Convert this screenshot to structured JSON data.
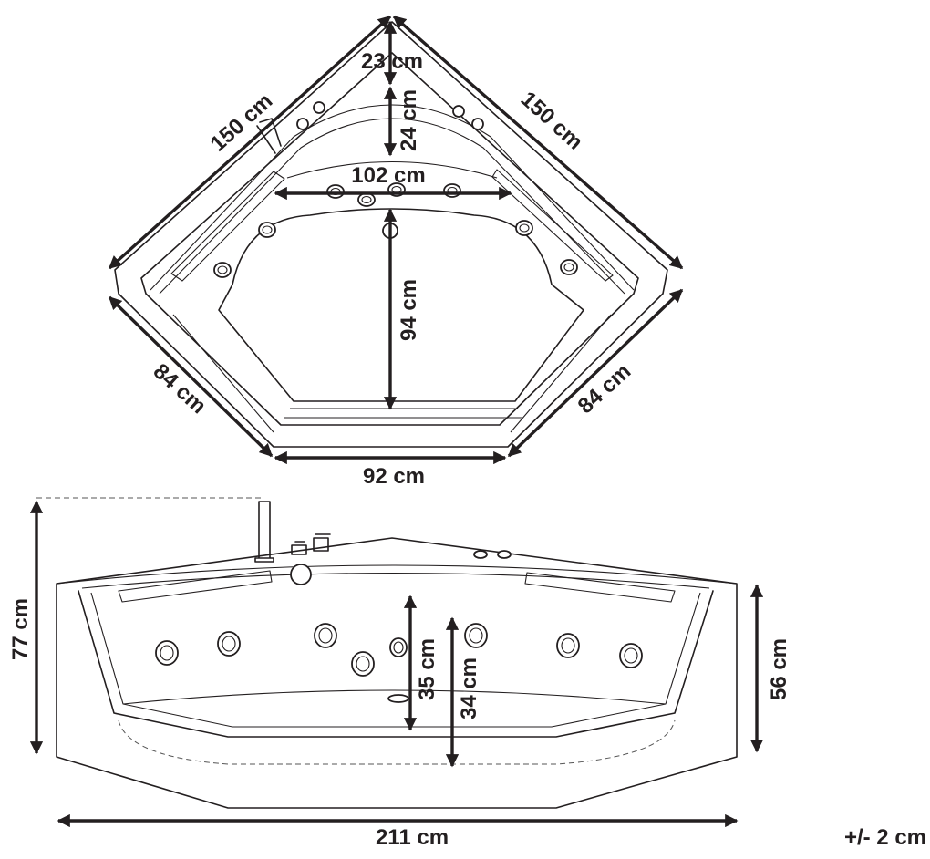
{
  "labels": {
    "top_left_edge": "150 cm",
    "top_right_edge": "150 cm",
    "rim_depth": "23 cm",
    "inner_rim": "24 cm",
    "inner_width": "102 cm",
    "inner_length": "94 cm",
    "front_left_edge": "84 cm",
    "front_right_edge": "84 cm",
    "front_width": "92 cm",
    "total_height": "77 cm",
    "water_depth_a": "35 cm",
    "water_depth_b": "34 cm",
    "apron_height": "56 cm",
    "total_width": "211 cm",
    "tolerance": "+/- 2 cm"
  },
  "colors": {
    "line": "#231f20",
    "background": "#ffffff"
  }
}
